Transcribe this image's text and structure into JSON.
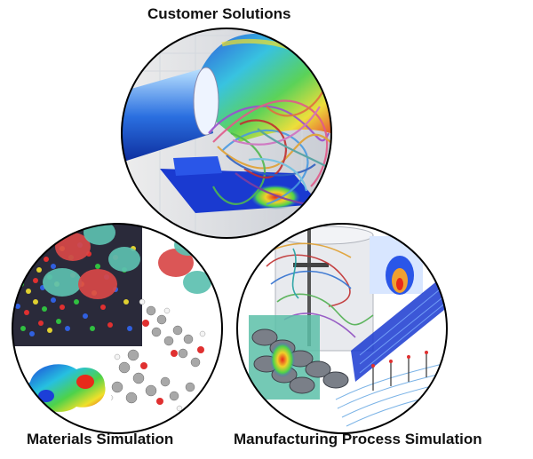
{
  "labels": {
    "customer": "Customer Solutions",
    "materials": "Materials Simulation",
    "manufacturing": "Manufacturing Process Simulation"
  },
  "colors": {
    "text": "#111111",
    "ring": "#000000",
    "background": "#ffffff"
  },
  "icons": [
    "cfd-flow-illustration",
    "molecular-model-illustration",
    "mixing-tank-illustration"
  ]
}
